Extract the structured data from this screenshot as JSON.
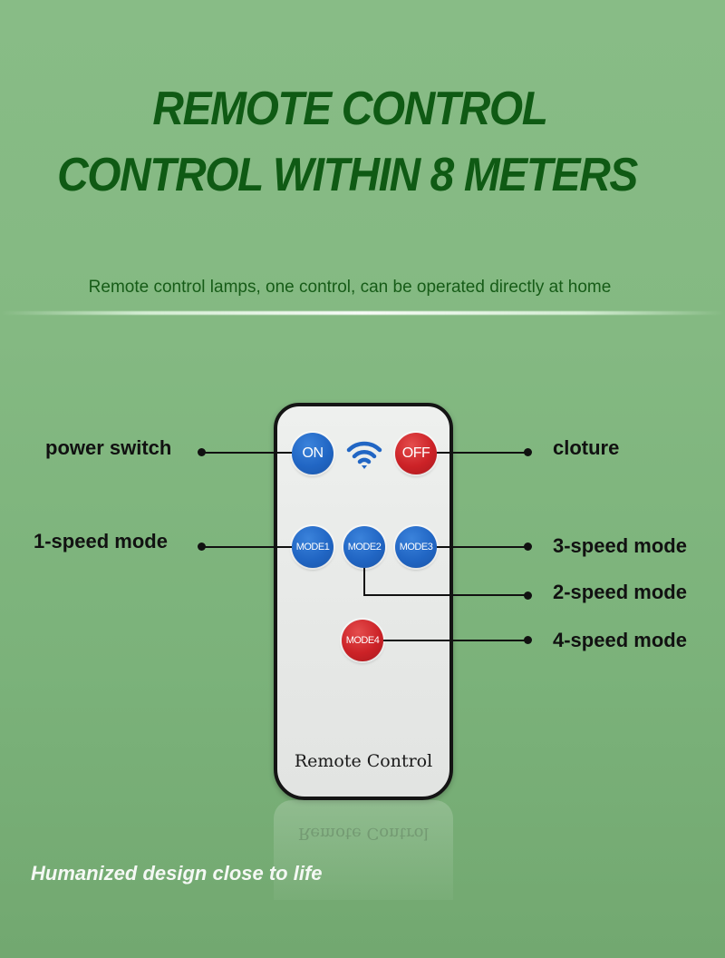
{
  "header": {
    "title_line1": "REMOTE CONTROL",
    "title_line2": "CONTROL WITHIN 8 METERS",
    "subtitle": "Remote control lamps, one control, can be operated directly at home"
  },
  "remote": {
    "label": "Remote Control",
    "reflection_label": "Remote Control",
    "buttons": {
      "on": {
        "label": "ON",
        "color": "#2166c4"
      },
      "off": {
        "label": "OFF",
        "color": "#cc2227"
      },
      "mode1": {
        "label": "MODE1",
        "color": "#2166c4"
      },
      "mode2": {
        "label": "MODE2",
        "color": "#2166c4"
      },
      "mode3": {
        "label": "MODE3",
        "color": "#2166c4"
      },
      "mode4": {
        "label": "MODE4",
        "color": "#cc2227"
      }
    },
    "signal_icon": "wifi-icon"
  },
  "callouts": {
    "power_switch": "power switch",
    "cloture": "cloture",
    "speed1": "1-speed mode",
    "speed3": "3-speed mode",
    "speed2": "2-speed mode",
    "speed4": "4-speed mode"
  },
  "footer": {
    "tagline": "Humanized design close to life"
  },
  "colors": {
    "background": "#84b982",
    "headline": "#0f5a14",
    "subtitle": "#165c17",
    "footer_text": "#f4f8f4"
  }
}
